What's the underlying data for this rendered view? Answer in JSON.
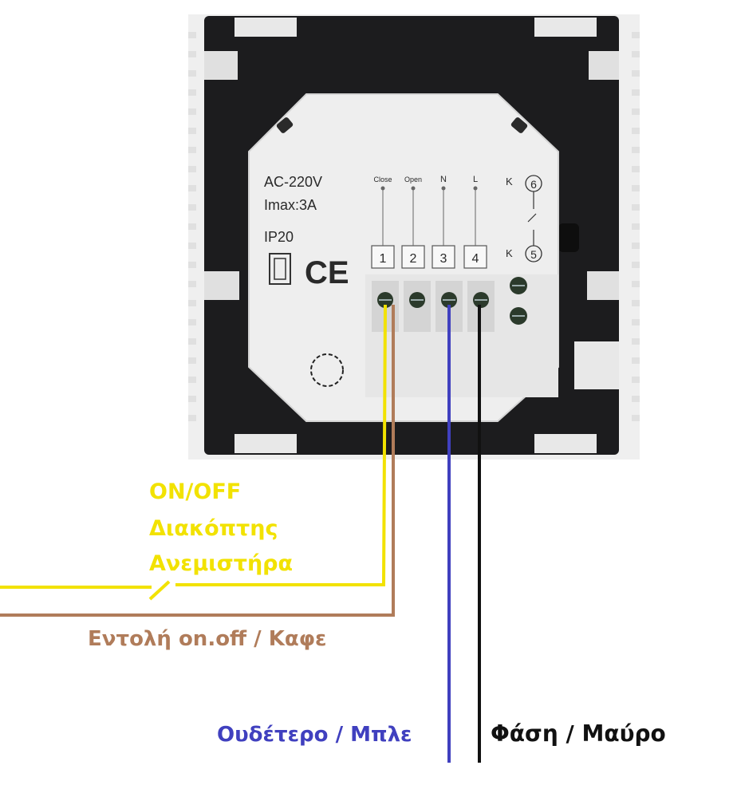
{
  "device": {
    "rating_voltage": "AC-220V",
    "rating_current": "Imax:3A",
    "ip_rating": "IP20",
    "ce_mark": "CE",
    "terminal_labels": [
      "Close",
      "Open",
      "N",
      "L"
    ],
    "terminal_numbers": [
      "1",
      "2",
      "3",
      "4"
    ],
    "relay_contacts": [
      {
        "label": "K",
        "number": "6"
      },
      {
        "label": "K",
        "number": "5"
      }
    ]
  },
  "wires": {
    "yellow_color": "#f2e200",
    "brown_color": "#b07c5a",
    "blue_color": "#4040bf",
    "black_color": "#111111"
  },
  "labels": {
    "onoff_line1": "ON/OFF",
    "onoff_line2": "Διακόπτης",
    "onoff_line3": "Ανεμιστήρα",
    "command": "Εντολή on.off / Καφε",
    "neutral": "Ουδέτερο / Μπλε",
    "phase": "Φάση / Μαύρο"
  }
}
